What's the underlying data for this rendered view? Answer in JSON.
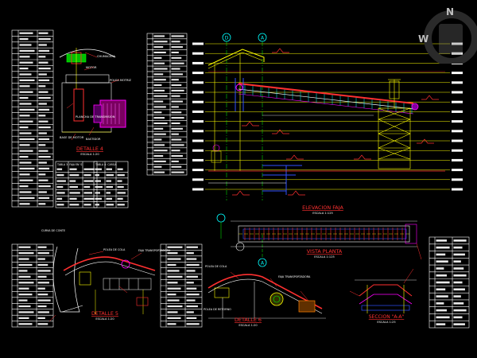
{
  "compass": {
    "north": "N",
    "west": "W"
  },
  "detail4": {
    "title": "DETALLE 4",
    "scale": "ESCALA 1:20",
    "labels": [
      "CHUMACERA",
      "POLEA MOTRIZ",
      "MOTOR",
      "BASE DE MOTOR",
      "PLANCHA DE TRANSMISION",
      "BASTIDOR"
    ]
  },
  "elevation": {
    "title": "ELEVACION FAJA",
    "scale": "ESCALA 1:125",
    "axis_d": "D",
    "axis_a": "A"
  },
  "plan": {
    "title": "VISTA PLANTA",
    "scale": "ESCALA 1:125",
    "axis_a": "A"
  },
  "detail5": {
    "title": "DETALLE 5",
    "scale": "ESCALA 1:20",
    "labels": [
      "CURVA DE CONTE",
      "POLEA DE COLA",
      "FAJA TRANSPORTADORA"
    ]
  },
  "detail6": {
    "title": "DETALLE 6",
    "scale": "ESCALA 1:20",
    "labels": [
      "POLEA DE COLA",
      "FAJA TRANSPORTADORA",
      "POLEA DE RETORNO"
    ]
  },
  "section": {
    "title": "SECCION \"A-A\"",
    "scale": "ESCALA 1:25"
  },
  "table_titles": [
    "TABLA 3: FAJA EN 'S'",
    "TABLA 4: CARGA"
  ],
  "colors": {
    "bg": "#000000",
    "line": "#ffffff",
    "accent": "#ff3030",
    "magenta": "#ff00ff",
    "cyan": "#00ffff",
    "yellow": "#ffff00",
    "green": "#00ff00",
    "blue": "#3050ff"
  }
}
